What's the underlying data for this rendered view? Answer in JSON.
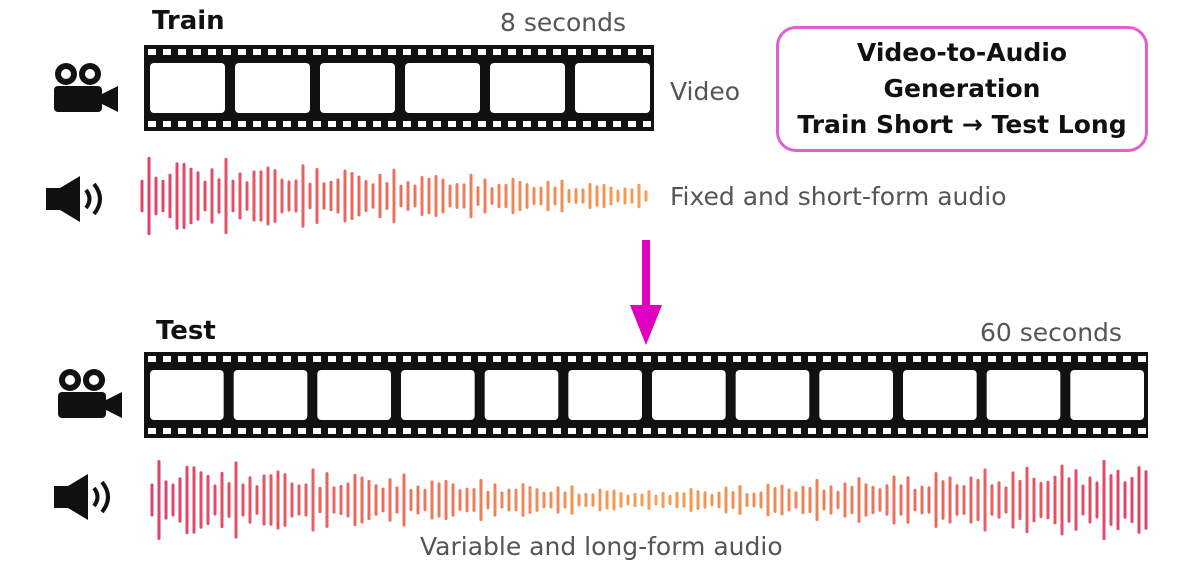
{
  "train": {
    "title": "Train",
    "duration": "8 seconds",
    "video_label": "Video",
    "audio_label": "Fixed and short-form audio",
    "frames_per_segment": [
      3,
      3
    ]
  },
  "test": {
    "title": "Test",
    "duration": "60 seconds",
    "audio_label": "Variable and long-form audio",
    "frames_per_segment": [
      3,
      3,
      3,
      3
    ]
  },
  "task_box": {
    "line1": "Video-to-Audio",
    "line2": "Generation",
    "line3": "Train Short → Test Long"
  },
  "colors": {
    "film": "#111111",
    "arrow": "#e000c0",
    "box_border": "#e060d0",
    "wave_start": "#e0406a",
    "wave_end": "#f5a050"
  },
  "icons": [
    "video-camera-icon",
    "speaker-icon",
    "down-arrow-icon"
  ]
}
